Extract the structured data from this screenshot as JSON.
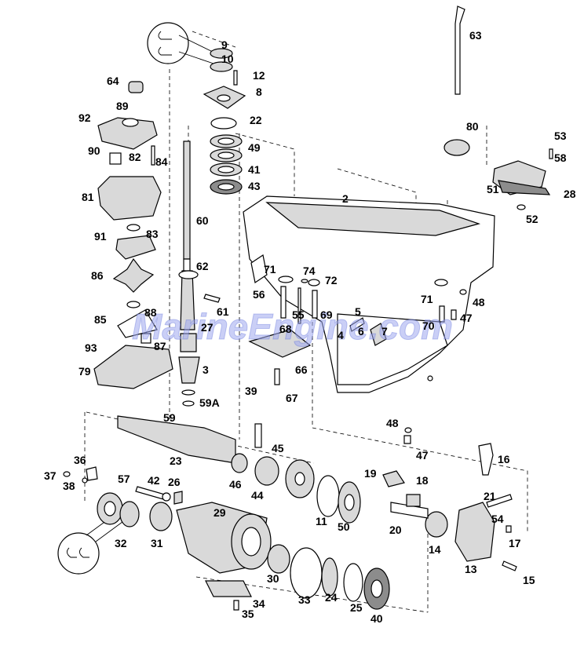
{
  "watermark_text": "MarineEngine.com",
  "colors": {
    "line": "#000000",
    "background": "#ffffff",
    "watermark": "#9fa8ee"
  },
  "callouts": [
    {
      "id": "9",
      "text": "9"
    },
    {
      "id": "10",
      "text": "10"
    },
    {
      "id": "12",
      "text": "12"
    },
    {
      "id": "8",
      "text": "8"
    },
    {
      "id": "22",
      "text": "22"
    },
    {
      "id": "49",
      "text": "49"
    },
    {
      "id": "41",
      "text": "41"
    },
    {
      "id": "43",
      "text": "43"
    },
    {
      "id": "63",
      "text": "63"
    },
    {
      "id": "64",
      "text": "64"
    },
    {
      "id": "89",
      "text": "89"
    },
    {
      "id": "92",
      "text": "92"
    },
    {
      "id": "90",
      "text": "90"
    },
    {
      "id": "82",
      "text": "82"
    },
    {
      "id": "84",
      "text": "84"
    },
    {
      "id": "81",
      "text": "81"
    },
    {
      "id": "60",
      "text": "60"
    },
    {
      "id": "91",
      "text": "91"
    },
    {
      "id": "83",
      "text": "83"
    },
    {
      "id": "62",
      "text": "62"
    },
    {
      "id": "86",
      "text": "86"
    },
    {
      "id": "88",
      "text": "88"
    },
    {
      "id": "85",
      "text": "85"
    },
    {
      "id": "87",
      "text": "87"
    },
    {
      "id": "93",
      "text": "93"
    },
    {
      "id": "79",
      "text": "79"
    },
    {
      "id": "61",
      "text": "61"
    },
    {
      "id": "27",
      "text": "27"
    },
    {
      "id": "3",
      "text": "3"
    },
    {
      "id": "59",
      "text": "59"
    },
    {
      "id": "59A",
      "text": "59A"
    },
    {
      "id": "39",
      "text": "39"
    },
    {
      "id": "2",
      "text": "2"
    },
    {
      "id": "80",
      "text": "80"
    },
    {
      "id": "53",
      "text": "53"
    },
    {
      "id": "58",
      "text": "58"
    },
    {
      "id": "51",
      "text": "51"
    },
    {
      "id": "28",
      "text": "28"
    },
    {
      "id": "52",
      "text": "52"
    },
    {
      "id": "71a",
      "text": "71"
    },
    {
      "id": "74",
      "text": "74"
    },
    {
      "id": "72",
      "text": "72"
    },
    {
      "id": "56",
      "text": "56"
    },
    {
      "id": "55",
      "text": "55"
    },
    {
      "id": "68",
      "text": "68"
    },
    {
      "id": "69",
      "text": "69"
    },
    {
      "id": "5",
      "text": "5"
    },
    {
      "id": "4",
      "text": "4"
    },
    {
      "id": "6",
      "text": "6"
    },
    {
      "id": "7",
      "text": "7"
    },
    {
      "id": "71b",
      "text": "71"
    },
    {
      "id": "48a",
      "text": "48"
    },
    {
      "id": "47a",
      "text": "47"
    },
    {
      "id": "70",
      "text": "70"
    },
    {
      "id": "66",
      "text": "66"
    },
    {
      "id": "67",
      "text": "67"
    },
    {
      "id": "48b",
      "text": "48"
    },
    {
      "id": "47b",
      "text": "47"
    },
    {
      "id": "16",
      "text": "16"
    },
    {
      "id": "23",
      "text": "23"
    },
    {
      "id": "45",
      "text": "45"
    },
    {
      "id": "46",
      "text": "46"
    },
    {
      "id": "44",
      "text": "44"
    },
    {
      "id": "36",
      "text": "36"
    },
    {
      "id": "37",
      "text": "37"
    },
    {
      "id": "38",
      "text": "38"
    },
    {
      "id": "57",
      "text": "57"
    },
    {
      "id": "42",
      "text": "42"
    },
    {
      "id": "26",
      "text": "26"
    },
    {
      "id": "19",
      "text": "19"
    },
    {
      "id": "18",
      "text": "18"
    },
    {
      "id": "11",
      "text": "11"
    },
    {
      "id": "50",
      "text": "50"
    },
    {
      "id": "21",
      "text": "21"
    },
    {
      "id": "54",
      "text": "54"
    },
    {
      "id": "17",
      "text": "17"
    },
    {
      "id": "20",
      "text": "20"
    },
    {
      "id": "14",
      "text": "14"
    },
    {
      "id": "13",
      "text": "13"
    },
    {
      "id": "15",
      "text": "15"
    },
    {
      "id": "29",
      "text": "29"
    },
    {
      "id": "32",
      "text": "32"
    },
    {
      "id": "31",
      "text": "31"
    },
    {
      "id": "30",
      "text": "30"
    },
    {
      "id": "33",
      "text": "33"
    },
    {
      "id": "24",
      "text": "24"
    },
    {
      "id": "25",
      "text": "25"
    },
    {
      "id": "40",
      "text": "40"
    },
    {
      "id": "34",
      "text": "34"
    },
    {
      "id": "35",
      "text": "35"
    }
  ]
}
